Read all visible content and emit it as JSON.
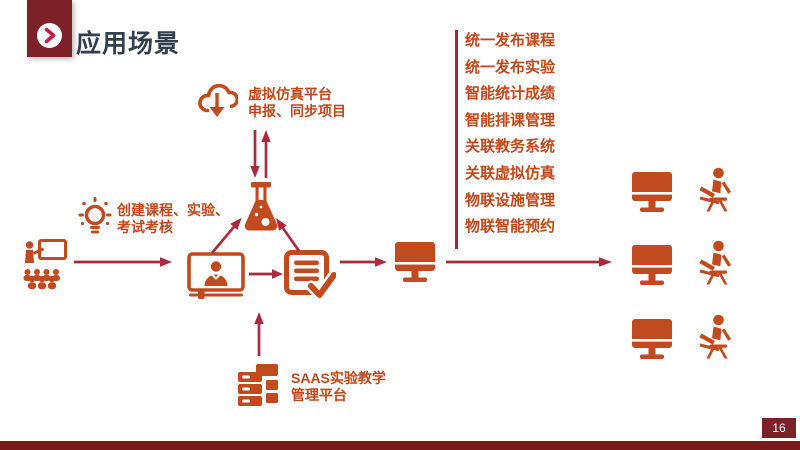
{
  "slide": {
    "title": "应用场景",
    "page_number": "16"
  },
  "labels": {
    "cloud_line1": "虚拟仿真平台",
    "cloud_line2": "申报、同步项目",
    "bulb_line1": "创建课程、实验、",
    "bulb_line2": "考试考核",
    "saas_line1": "SAAS实验教学",
    "saas_line2": "管理平台"
  },
  "features": [
    "统一发布课程",
    "统一发布实验",
    "智能统计成绩",
    "智能排课管理",
    "关联教务系统",
    "关联虚拟仿真",
    "物联设施管理",
    "物联智能预约"
  ],
  "icons": {
    "chevron-circle": "right-chevron-in-circle",
    "teacher-audience": "teacher-presenting-to-audience",
    "bulb": "lightbulb-idea",
    "cloud-download": "cloud-with-down-arrow",
    "flask": "erlenmeyer-flask",
    "video-monitor": "monitor-with-person",
    "doc-check": "document-with-checkmark",
    "desktop": "desktop-monitor",
    "server-stack": "stacked-servers",
    "person-desk": "person-sitting-at-desk"
  },
  "colors": {
    "banner_red": "#7C2127",
    "footer_red": "#7A1B1B",
    "icon_orange": "#C14A1E",
    "arrow_crimson": "#A92B3D",
    "chevron_red": "#C51F47",
    "title_text": "#323F4F",
    "list_text": "#C2481B"
  }
}
